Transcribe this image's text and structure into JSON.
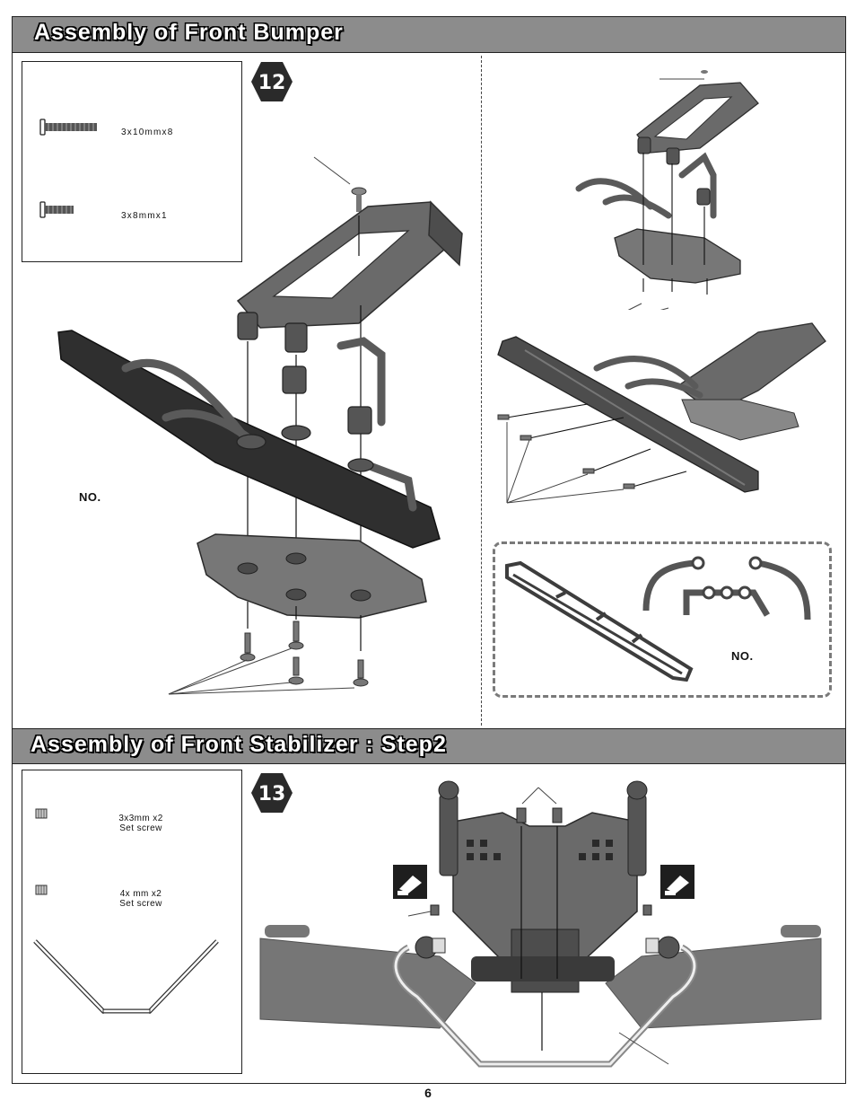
{
  "section1": {
    "title": "Assembly of Front Bumper",
    "step": "12"
  },
  "section2": {
    "title": "Assembly of Front Stabilizer : Step2",
    "step": "13"
  },
  "parts_step12": [
    {
      "label": "3x10mmx8",
      "icon": "long-screw-icon"
    },
    {
      "label": "3x8mmx1",
      "icon": "short-screw-icon"
    }
  ],
  "parts_step13": [
    {
      "label_line1": "3x3mm x2",
      "label_line2": "Set screw",
      "icon": "set-screw-icon"
    },
    {
      "label_line1": "4x  mm x2",
      "label_line2": "Set screw",
      "icon": "set-screw-icon"
    }
  ],
  "no_label_left": "NO.",
  "no_label_callout": "NO.",
  "page_number": "6",
  "colors": {
    "header_bar": "#8c8c8c",
    "part_gray": "#5f5f5f",
    "part_dark": "#3a3a3a",
    "callout_border": "#7a7a7a"
  }
}
